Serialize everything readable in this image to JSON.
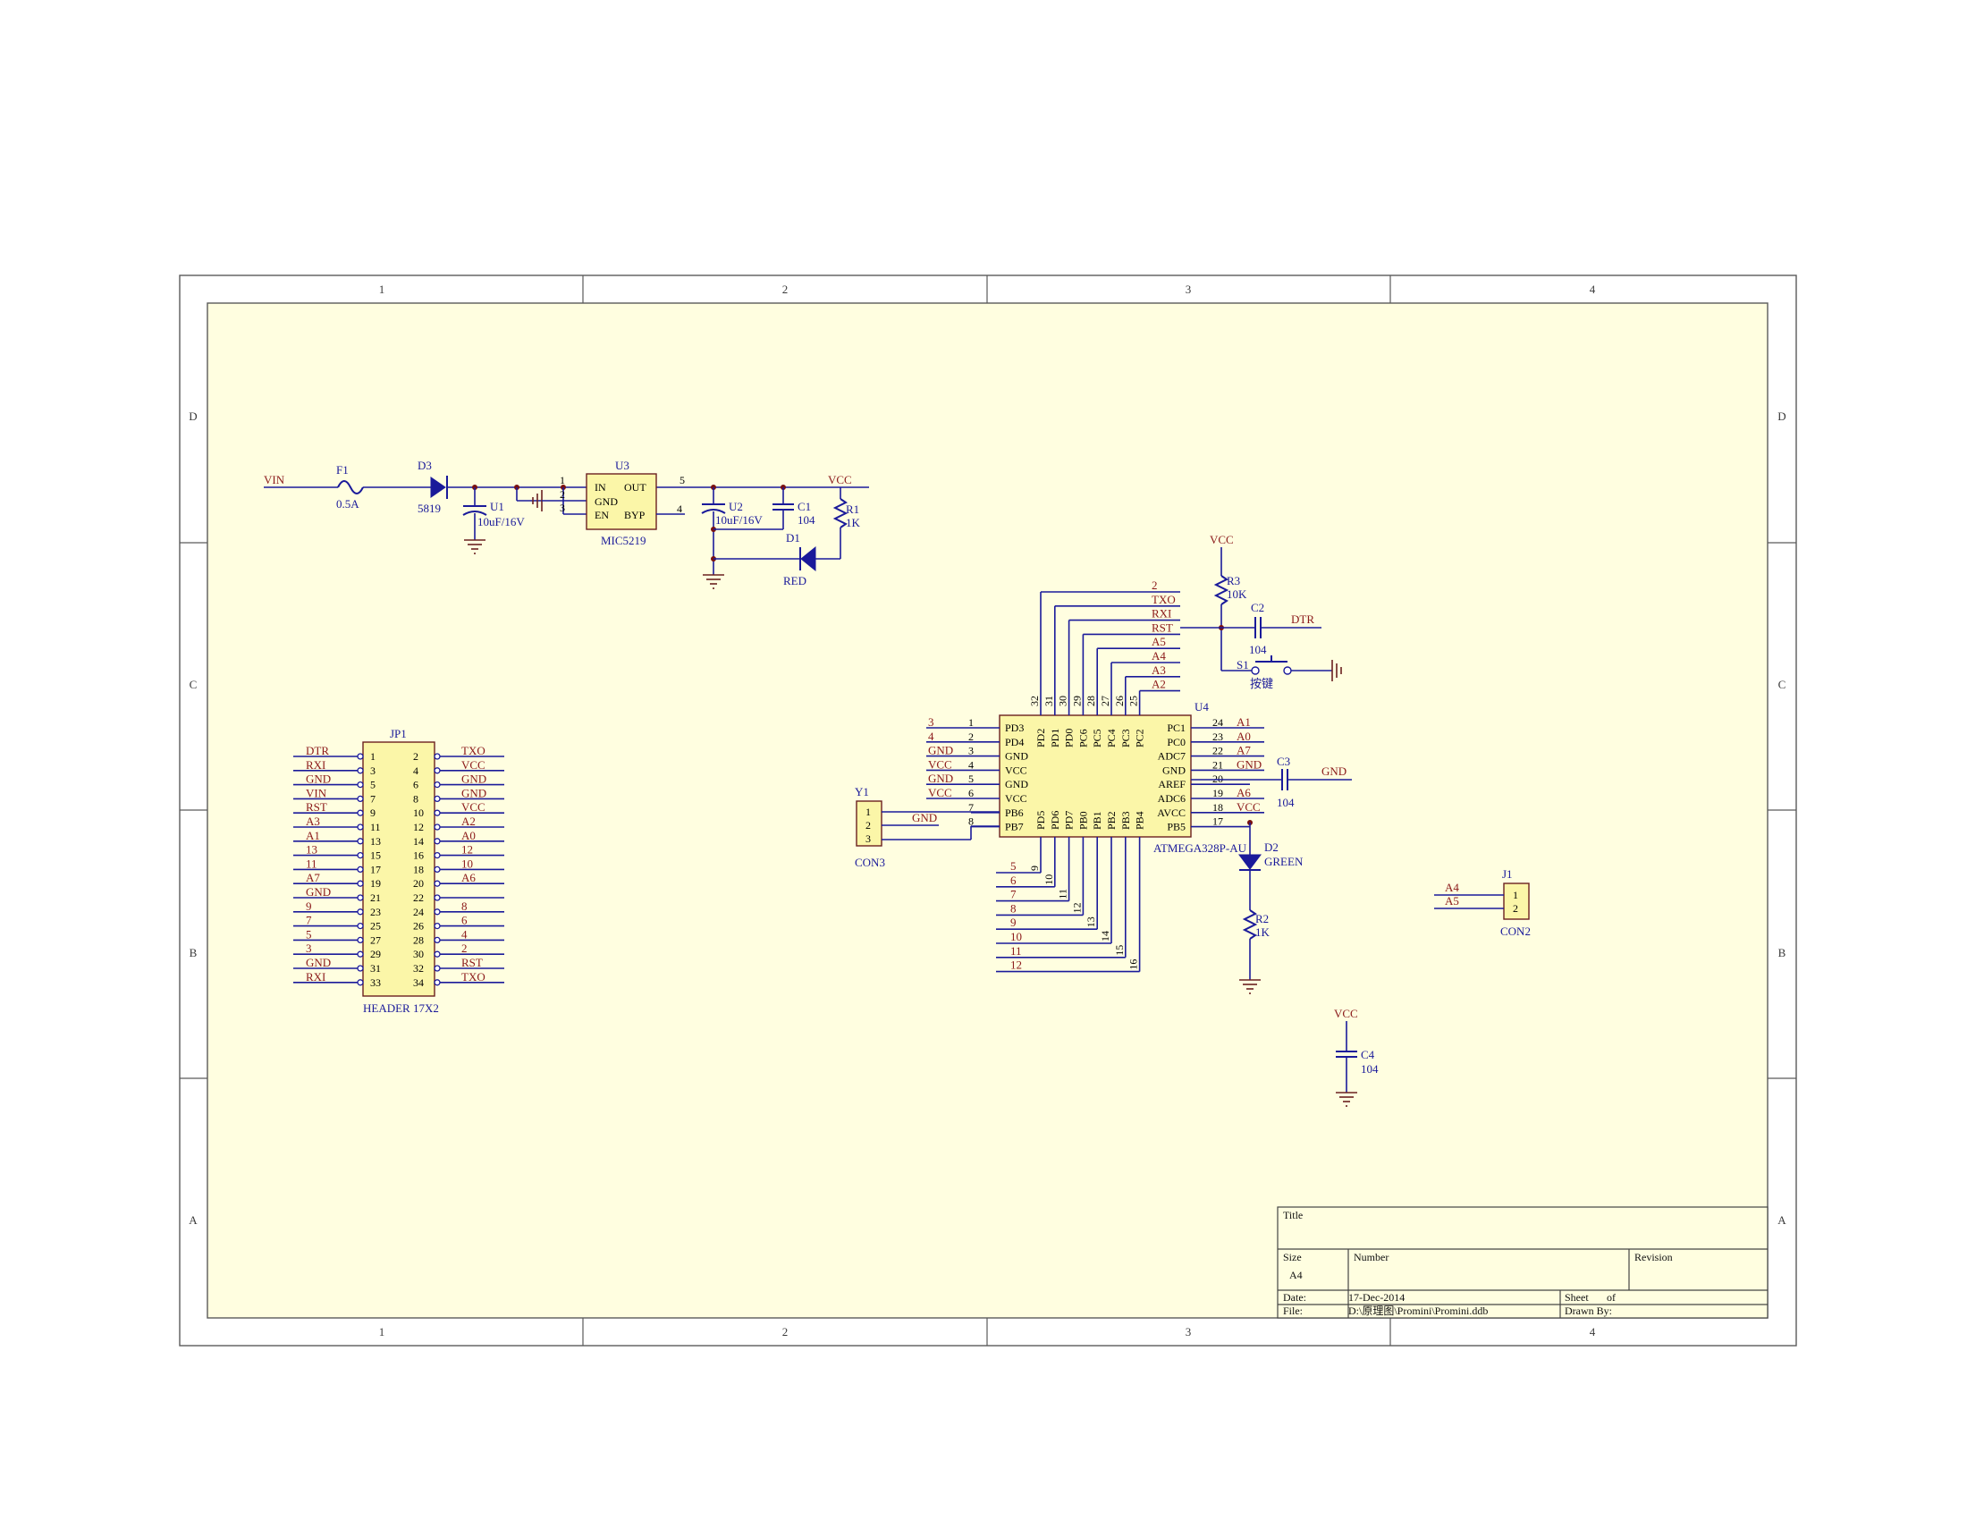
{
  "zones": {
    "columns": [
      "1",
      "2",
      "3",
      "4"
    ],
    "rows": [
      "D",
      "C",
      "B",
      "A"
    ]
  },
  "nets": {
    "vin": "VIN",
    "vcc": "VCC",
    "gnd": "GND",
    "dtr": "DTR",
    "txo": "TXO",
    "rxi": "RXI",
    "rst": "RST",
    "a0": "A0",
    "a1": "A1",
    "a2": "A2",
    "a3": "A3",
    "a4": "A4",
    "a5": "A5",
    "a6": "A6",
    "a7": "A7",
    "n2": "2",
    "n3": "3",
    "n4": "4",
    "n5": "5",
    "n6": "6",
    "n7": "7",
    "n8": "8",
    "n9": "9",
    "n10": "10",
    "n11": "11",
    "n12": "12",
    "n13": "13"
  },
  "components": {
    "f1": {
      "ref": "F1",
      "value": "0.5A"
    },
    "d3": {
      "ref": "D3",
      "value": "5819"
    },
    "u1": {
      "ref": "U1",
      "value": "10uF/16V"
    },
    "u3": {
      "ref": "U3",
      "value": "MIC5219",
      "pins": {
        "in": "IN",
        "out": "OUT",
        "gnd": "GND",
        "en": "EN",
        "byp": "BYP",
        "p1": "1",
        "p2": "2",
        "p3": "3",
        "p4": "4",
        "p5": "5"
      }
    },
    "u2": {
      "ref": "U2",
      "value": "10uF/16V"
    },
    "c1": {
      "ref": "C1",
      "value": "104"
    },
    "r1": {
      "ref": "R1",
      "value": "1K"
    },
    "d1": {
      "ref": "D1",
      "value": "RED"
    },
    "r3": {
      "ref": "R3",
      "value": "10K"
    },
    "c2": {
      "ref": "C2",
      "value": "104"
    },
    "s1": {
      "ref": "S1",
      "value": "按键"
    },
    "c3": {
      "ref": "C3",
      "value": "104"
    },
    "d2": {
      "ref": "D2",
      "value": "GREEN"
    },
    "r2": {
      "ref": "R2",
      "value": "1K"
    },
    "c4": {
      "ref": "C4",
      "value": "104"
    },
    "y1": {
      "ref": "Y1",
      "value": "CON3",
      "pins": [
        "1",
        "2",
        "3"
      ]
    },
    "j1": {
      "ref": "J1",
      "value": "CON2",
      "pins": [
        "1",
        "2"
      ]
    },
    "jp1": {
      "ref": "JP1",
      "value": "HEADER 17X2"
    },
    "u4": {
      "ref": "U4",
      "value": "ATMEGA328P-AU"
    }
  },
  "jp1_rows": [
    {
      "l": "DTR",
      "p1": "1",
      "p2": "2",
      "r": "TXO"
    },
    {
      "l": "RXI",
      "p1": "3",
      "p2": "4",
      "r": "VCC"
    },
    {
      "l": "GND",
      "p1": "5",
      "p2": "6",
      "r": "GND"
    },
    {
      "l": "VIN",
      "p1": "7",
      "p2": "8",
      "r": "GND"
    },
    {
      "l": "RST",
      "p1": "9",
      "p2": "10",
      "r": "VCC"
    },
    {
      "l": "A3",
      "p1": "11",
      "p2": "12",
      "r": "A2"
    },
    {
      "l": "A1",
      "p1": "13",
      "p2": "14",
      "r": "A0"
    },
    {
      "l": "13",
      "p1": "15",
      "p2": "16",
      "r": "12"
    },
    {
      "l": "11",
      "p1": "17",
      "p2": "18",
      "r": "10"
    },
    {
      "l": "A7",
      "p1": "19",
      "p2": "20",
      "r": "A6"
    },
    {
      "l": "GND",
      "p1": "21",
      "p2": "22",
      "r": ""
    },
    {
      "l": "9",
      "p1": "23",
      "p2": "24",
      "r": "8"
    },
    {
      "l": "7",
      "p1": "25",
      "p2": "26",
      "r": "6"
    },
    {
      "l": "5",
      "p1": "27",
      "p2": "28",
      "r": "4"
    },
    {
      "l": "3",
      "p1": "29",
      "p2": "30",
      "r": "2"
    },
    {
      "l": "GND",
      "p1": "31",
      "p2": "32",
      "r": "RST"
    },
    {
      "l": "RXI",
      "p1": "33",
      "p2": "34",
      "r": "TXO"
    }
  ],
  "u4_left": [
    {
      "net": "3",
      "num": "1",
      "name": "PD3"
    },
    {
      "net": "4",
      "num": "2",
      "name": "PD4"
    },
    {
      "net": "GND",
      "num": "3",
      "name": "GND"
    },
    {
      "net": "VCC",
      "num": "4",
      "name": "VCC"
    },
    {
      "net": "GND",
      "num": "5",
      "name": "GND"
    },
    {
      "net": "VCC",
      "num": "6",
      "name": "VCC"
    },
    {
      "net": "",
      "num": "7",
      "name": "PB6"
    },
    {
      "net": "",
      "num": "8",
      "name": "PB7"
    }
  ],
  "u4_right": [
    {
      "net": "A1",
      "num": "24",
      "name": "PC1"
    },
    {
      "net": "A0",
      "num": "23",
      "name": "PC0"
    },
    {
      "net": "A7",
      "num": "22",
      "name": "ADC7"
    },
    {
      "net": "GND",
      "num": "21",
      "name": "GND"
    },
    {
      "net": "",
      "num": "20",
      "name": "AREF"
    },
    {
      "net": "A6",
      "num": "19",
      "name": "ADC6"
    },
    {
      "net": "VCC",
      "num": "18",
      "name": "AVCC"
    },
    {
      "net": "",
      "num": "17",
      "name": "PB5"
    }
  ],
  "u4_top": [
    {
      "net": "2",
      "num": "32",
      "name": "PD2"
    },
    {
      "net": "TXO",
      "num": "31",
      "name": "PD1"
    },
    {
      "net": "RXI",
      "num": "30",
      "name": "PD0"
    },
    {
      "net": "RST",
      "num": "29",
      "name": "PC6"
    },
    {
      "net": "A5",
      "num": "28",
      "name": "PC5"
    },
    {
      "net": "A4",
      "num": "27",
      "name": "PC4"
    },
    {
      "net": "A3",
      "num": "26",
      "name": "PC3"
    },
    {
      "net": "A2",
      "num": "25",
      "name": "PC2"
    }
  ],
  "u4_bottom": [
    {
      "net": "5",
      "num": "9",
      "name": "PD5"
    },
    {
      "net": "6",
      "num": "10",
      "name": "PD6"
    },
    {
      "net": "7",
      "num": "11",
      "name": "PD7"
    },
    {
      "net": "8",
      "num": "12",
      "name": "PB0"
    },
    {
      "net": "9",
      "num": "13",
      "name": "PB1"
    },
    {
      "net": "10",
      "num": "14",
      "name": "PB2"
    },
    {
      "net": "11",
      "num": "15",
      "name": "PB3"
    },
    {
      "net": "12",
      "num": "16",
      "name": "PB4"
    }
  ],
  "title_block": {
    "title_label": "Title",
    "size_label": "Size",
    "size_value": "A4",
    "number_label": "Number",
    "revision_label": "Revision",
    "date_label": "Date:",
    "date_value": "17-Dec-2014",
    "sheet_label": "Sheet",
    "of_label": "of",
    "file_label": "File:",
    "file_value": "D:\\原理图\\Promini\\Promini.ddb",
    "drawn_label": "Drawn By:"
  }
}
